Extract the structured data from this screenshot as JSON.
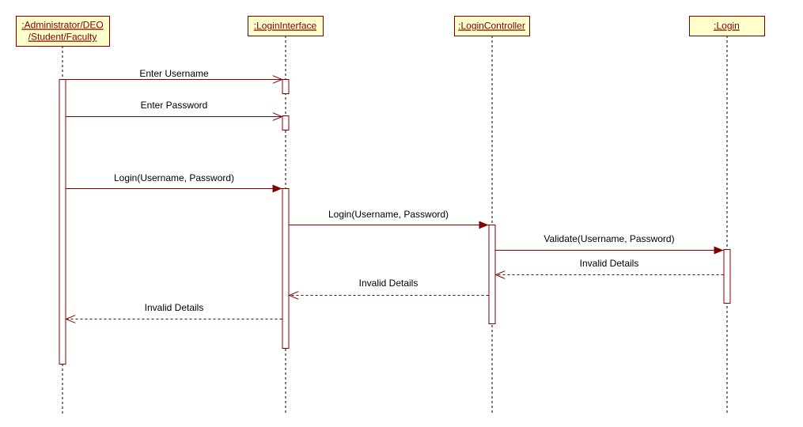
{
  "diagram": {
    "type": "sequence",
    "colors": {
      "box_fill": "#ffffcc",
      "box_stroke": "#800000",
      "line": "#800000",
      "lifeline": "#000000",
      "text": "#000000",
      "background": "#ffffff"
    },
    "lifelines": [
      {
        "id": "actor",
        "label_lines": [
          ":Administrator/DEO",
          "/Student/Faculty"
        ]
      },
      {
        "id": "ui",
        "label_lines": [
          ":LoginInterface"
        ]
      },
      {
        "id": "ctrl",
        "label_lines": [
          ":LoginController"
        ]
      },
      {
        "id": "login",
        "label_lines": [
          ":Login"
        ]
      }
    ],
    "messages": [
      {
        "from": "actor",
        "to": "ui",
        "label": "Enter Username",
        "kind": "async"
      },
      {
        "from": "actor",
        "to": "ui",
        "label": "Enter Password",
        "kind": "async"
      },
      {
        "from": "actor",
        "to": "ui",
        "label": "Login(Username, Password)",
        "kind": "sync"
      },
      {
        "from": "ui",
        "to": "ctrl",
        "label": "Login(Username, Password)",
        "kind": "sync"
      },
      {
        "from": "ctrl",
        "to": "login",
        "label": "Validate(Username, Password)",
        "kind": "sync"
      },
      {
        "from": "login",
        "to": "ctrl",
        "label": "Invalid Details",
        "kind": "return"
      },
      {
        "from": "ctrl",
        "to": "ui",
        "label": "Invalid Details",
        "kind": "return"
      },
      {
        "from": "ui",
        "to": "actor",
        "label": "Invalid Details",
        "kind": "return"
      }
    ]
  }
}
